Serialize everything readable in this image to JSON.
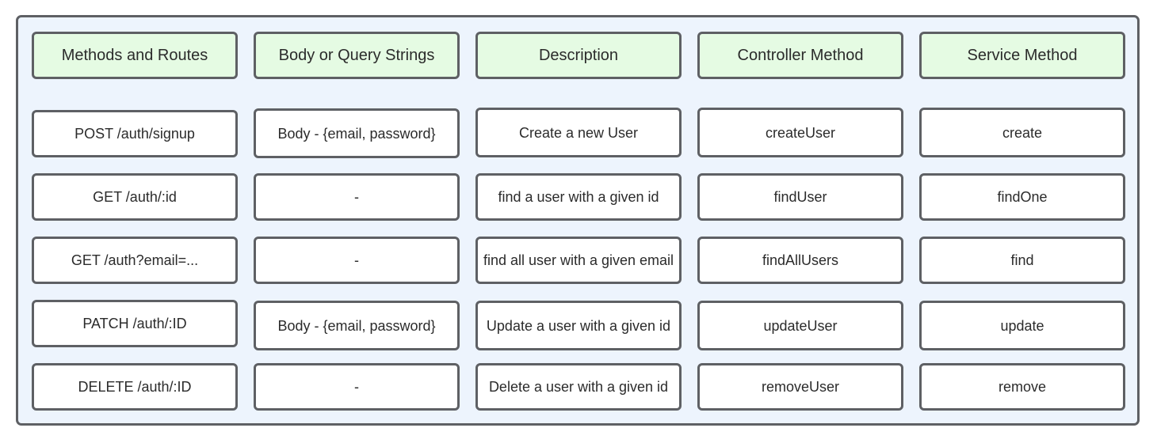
{
  "headers": [
    "Methods and Routes",
    "Body or Query Strings",
    "Description",
    "Controller Method",
    "Service Method"
  ],
  "rows": [
    [
      "POST /auth/signup",
      "Body - {email, password}",
      "Create a new User",
      "createUser",
      "create"
    ],
    [
      "GET /auth/:id",
      "-",
      "find a user with a given id",
      "findUser",
      "findOne"
    ],
    [
      "GET /auth?email=...",
      "-",
      "find all user with a given email",
      "findAllUsers",
      "find"
    ],
    [
      "PATCH /auth/:ID",
      "Body - {email, password}",
      "Update a user with a given id",
      "updateUser",
      "update"
    ],
    [
      "DELETE /auth/:ID",
      "-",
      "Delete a user with a given id",
      "removeUser",
      "remove"
    ]
  ],
  "colors": {
    "panel_background": "#edf4fd",
    "header_background": "#e5fbe3",
    "cell_background": "#ffffff",
    "border": "#5e6064"
  }
}
